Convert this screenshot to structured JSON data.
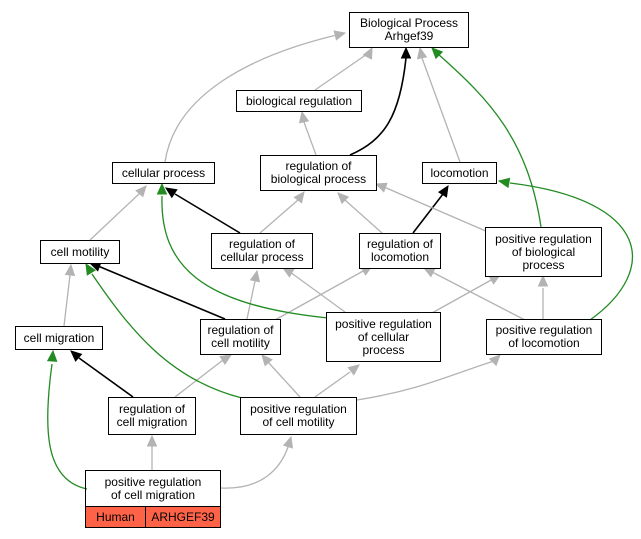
{
  "colors": {
    "gray_edge": "#b3b3b3",
    "black_edge": "#000000",
    "green_edge": "#228b22",
    "highlight": "#ff6347",
    "border": "#000000",
    "background": "#ffffff"
  },
  "nodes": {
    "root": {
      "lines": [
        "Biological Process",
        "Arhgef39"
      ]
    },
    "biological_regulation": {
      "lines": [
        "biological regulation"
      ]
    },
    "cellular_process": {
      "lines": [
        "cellular process"
      ]
    },
    "regulation_of_biological_process": {
      "lines": [
        "regulation of",
        "biological process"
      ]
    },
    "locomotion": {
      "lines": [
        "locomotion"
      ]
    },
    "cell_motility": {
      "lines": [
        "cell motility"
      ]
    },
    "regulation_of_cellular_process": {
      "lines": [
        "regulation of",
        "cellular process"
      ]
    },
    "regulation_of_locomotion": {
      "lines": [
        "regulation of",
        "locomotion"
      ]
    },
    "positive_regulation_of_biological_process": {
      "lines": [
        "positive regulation",
        "of biological",
        "process"
      ]
    },
    "cell_migration": {
      "lines": [
        "cell migration"
      ]
    },
    "regulation_of_cell_motility": {
      "lines": [
        "regulation of",
        "cell motility"
      ]
    },
    "positive_regulation_of_cellular_process": {
      "lines": [
        "positive regulation",
        "of cellular",
        "process"
      ]
    },
    "positive_regulation_of_locomotion": {
      "lines": [
        "positive regulation",
        "of locomotion"
      ]
    },
    "regulation_of_cell_migration": {
      "lines": [
        "regulation of",
        "cell migration"
      ]
    },
    "positive_regulation_of_cell_motility": {
      "lines": [
        "positive regulation",
        "of cell motility"
      ]
    },
    "positive_regulation_of_cell_migration": {
      "lines": [
        "positive regulation",
        "of cell migration"
      ],
      "species": "Human",
      "gene": "ARHGEF39"
    }
  }
}
